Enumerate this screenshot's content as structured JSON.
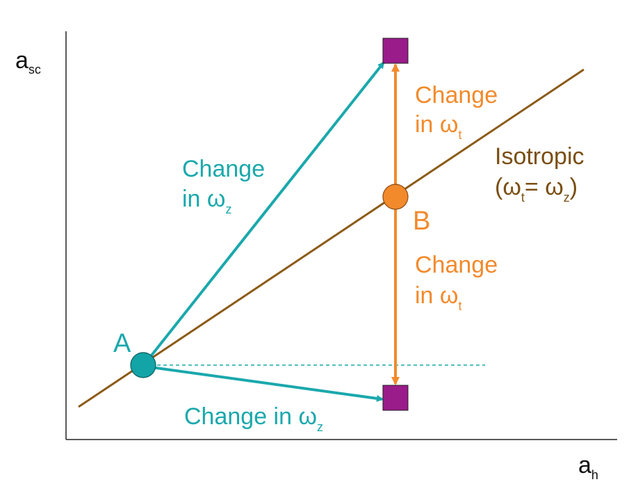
{
  "axes": {
    "y_label_main": "a",
    "y_label_sub": "sc",
    "x_label_main": "a",
    "x_label_sub": "h"
  },
  "points": {
    "a": {
      "label": "A"
    },
    "b": {
      "label": "B"
    }
  },
  "isotropic": {
    "title": "Isotropic",
    "open_paren": "(",
    "omega1": "ω",
    "sub1": "t",
    "equals": "= ",
    "omega2": "ω",
    "sub2": "z",
    "close_paren": ")"
  },
  "change_teal_upper": {
    "line1": "Change",
    "in_prefix": "in ",
    "omega": "ω",
    "sub": "z"
  },
  "change_teal_lower": {
    "prefix": "Change in ",
    "omega": "ω",
    "sub": "z"
  },
  "change_orange_upper": {
    "line1": "Change",
    "in_prefix": "in ",
    "omega": "ω",
    "sub": "t"
  },
  "change_orange_lower": {
    "line1": "Change",
    "in_prefix": "in ",
    "omega": "ω",
    "sub": "t"
  },
  "colors": {
    "teal": "#1aa8ac",
    "orange": "#f28a2c",
    "brown": "#7a4e12",
    "purple": "#9a1b8a",
    "axis": "#222222"
  }
}
